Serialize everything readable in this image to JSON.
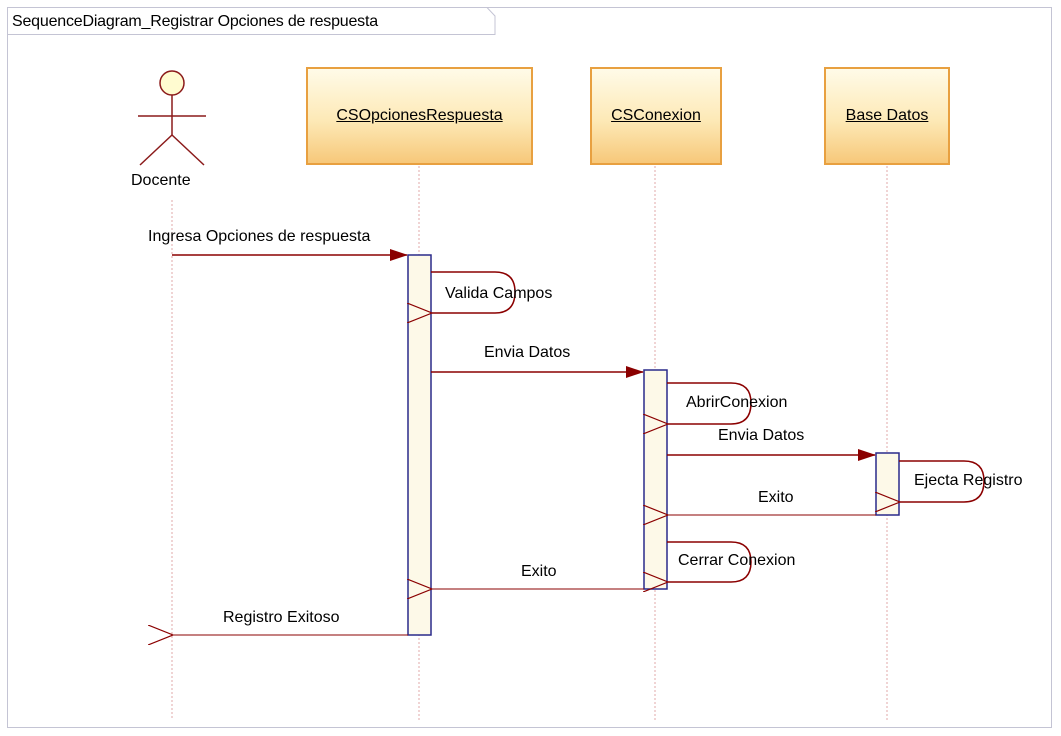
{
  "diagram": {
    "title": "SequenceDiagram_Registrar Opciones de respuesta",
    "actor": {
      "name": "Docente"
    },
    "lifelines": [
      {
        "name": "CSOpcionesRespuesta"
      },
      {
        "name": "CSConexion"
      },
      {
        "name": "Base Datos"
      }
    ],
    "messages": [
      {
        "label": "Ingresa Opciones de respuesta",
        "from": "Docente",
        "to": "CSOpcionesRespuesta",
        "kind": "call"
      },
      {
        "label": "Valida Campos",
        "from": "CSOpcionesRespuesta",
        "to": "CSOpcionesRespuesta",
        "kind": "self"
      },
      {
        "label": "Envia Datos",
        "from": "CSOpcionesRespuesta",
        "to": "CSConexion",
        "kind": "call"
      },
      {
        "label": "AbrirConexion",
        "from": "CSConexion",
        "to": "CSConexion",
        "kind": "self"
      },
      {
        "label": "Envia Datos",
        "from": "CSConexion",
        "to": "Base Datos",
        "kind": "call"
      },
      {
        "label": "Ejecta Registro",
        "from": "Base Datos",
        "to": "Base Datos",
        "kind": "self"
      },
      {
        "label": "Exito",
        "from": "Base Datos",
        "to": "CSConexion",
        "kind": "return"
      },
      {
        "label": "Cerrar Conexion",
        "from": "CSConexion",
        "to": "CSConexion",
        "kind": "self"
      },
      {
        "label": "Exito",
        "from": "CSConexion",
        "to": "CSOpcionesRespuesta",
        "kind": "return"
      },
      {
        "label": "Registro Exitoso",
        "from": "CSOpcionesRespuesta",
        "to": "Docente",
        "kind": "return"
      }
    ],
    "colors": {
      "message_line": "#8b0000",
      "lifeline_dash": "#e0a8a8",
      "activation_border": "#2a2a8a",
      "activation_fill": "#fdf9e8",
      "box_border": "#e8a040",
      "actor_stroke": "#8b1a1a",
      "actor_head_fill": "#fffbd0"
    }
  }
}
